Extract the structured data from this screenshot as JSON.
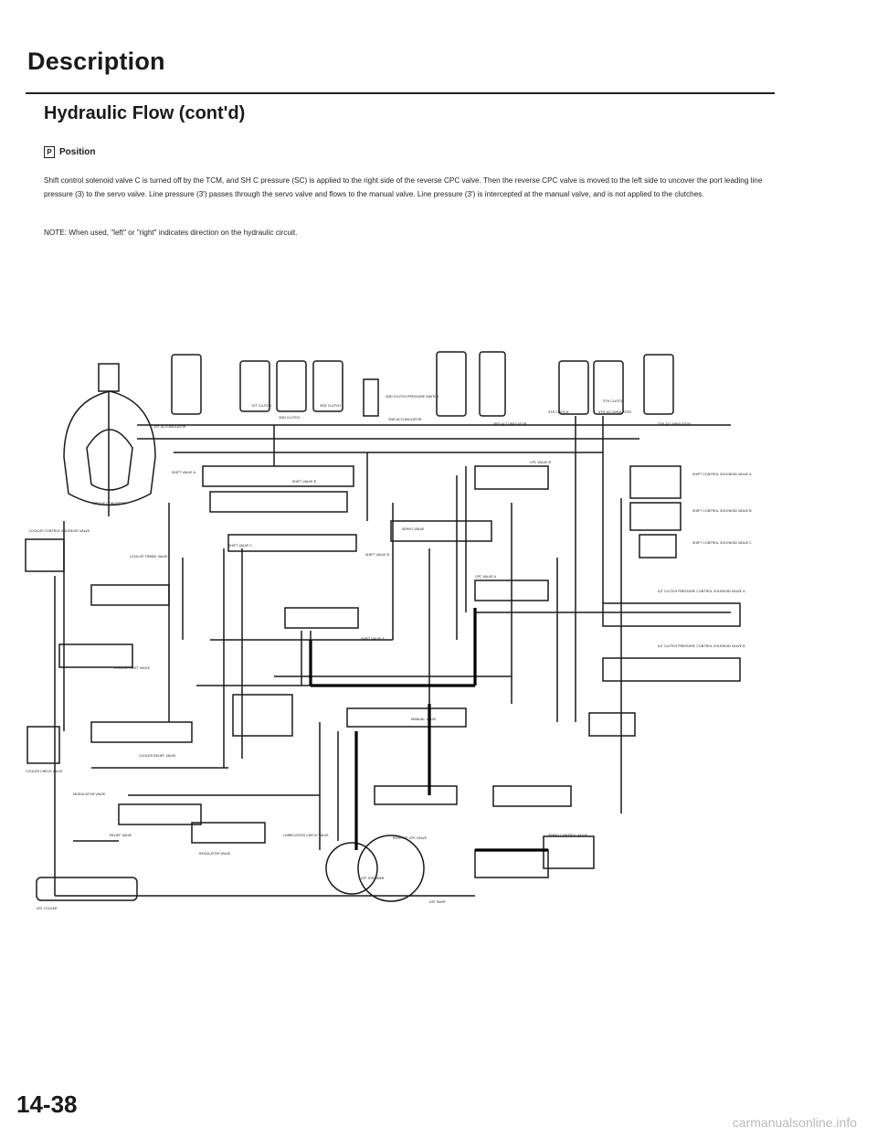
{
  "section_title": "Description",
  "subtitle": "Hydraulic Flow (cont'd)",
  "position": {
    "symbol": "P",
    "label": "Position"
  },
  "body_text": "Shift control solenoid valve C is turned off by the TCM, and SH C pressure (SC) is applied to the right side of the reverse CPC valve. Then the reverse CPC valve is moved to the left side to uncover the port leading line pressure (3) to the servo valve. Line pressure (3') passes through the servo valve and flows to the manual valve. Line pressure (3') is intercepted at the manual valve, and is not applied to the clutches.",
  "note_text": "NOTE: When used, \"left\" or \"right\" indicates direction on the hydraulic circuit.",
  "diagram_labels": {
    "lockup_control_solenoid": "LOCK-UP CONTROL SOLENOID VALVE",
    "torque_converter": "TORQUE CONVERTER",
    "lockup_timing_valve": "LOCK-UP TIMING VALVE",
    "lockup_shift_valve": "LOCK-UP SHIFT VALVE",
    "modulator_valve": "MODULATOR VALVE",
    "cooler_relief": "COOLER RELIEF VALVE",
    "cooler_check_valve": "COOLER CHECK VALVE",
    "relief_valve": "RELIEF VALVE",
    "regulator_valve": "REGULATOR VALVE",
    "atf_cooler": "ATF COOLER",
    "shift_valve_a": "SHIFT VALVE A",
    "shift_valve_b": "SHIFT VALVE B",
    "shift_valve_c": "SHIFT VALVE C",
    "shift_valve_d": "SHIFT VALVE D",
    "shift_valve_e": "SHIFT VALVE E",
    "cpc_valve_b": "CPC VALVE B",
    "cpc_valve_a": "CPC VALVE A",
    "servo_valve": "SERVO VALVE",
    "manual_valve": "MANUAL VALVE",
    "reverse_cpc": "REVERSE CPC VALVE",
    "lubrication_check": "LUBRICATION CHECK VALVE",
    "atf_pump": "ATF PUMP",
    "shift_ctrl_solenoid_a": "SHIFT CONTROL SOLENOID VALVE A",
    "shift_ctrl_solenoid_b": "SHIFT CONTROL SOLENOID VALVE B",
    "shift_ctrl_solenoid_c": "SHIFT CONTROL SOLENOID VALVE C",
    "clutch_pressure_a": "A/T CLUTCH PRESSURE CONTROL SOLENOID VALVE A",
    "clutch_pressure_b": "A/T CLUTCH PRESSURE CONTROL SOLENOID VALVE B",
    "accumulator_1st": "1ST ACCUMULATOR",
    "accumulator_3rd": "3RD ACCUMULATOR",
    "accumulator_4th": "4TH ACCUMULATOR",
    "accumulator_5th": "5TH ACCUMULATOR",
    "clutch_1st": "1ST CLUTCH",
    "clutch_2nd": "2ND CLUTCH",
    "clutch_3rd": "3RD CLUTCH",
    "clutch_4th": "4TH CLUTCH",
    "clutch_5th": "5TH CLUTCH",
    "pressure_switch": "2ND CLUTCH PRESSURE SWITCH",
    "accumulator_2nd": "2ND ACCUMULATOR",
    "servo_ctrl": "SERVO CONTROL VALVE",
    "atf_strainer": "ATF STRAINER"
  },
  "page_number": "14-38",
  "watermark": "carmanualsonline.info"
}
